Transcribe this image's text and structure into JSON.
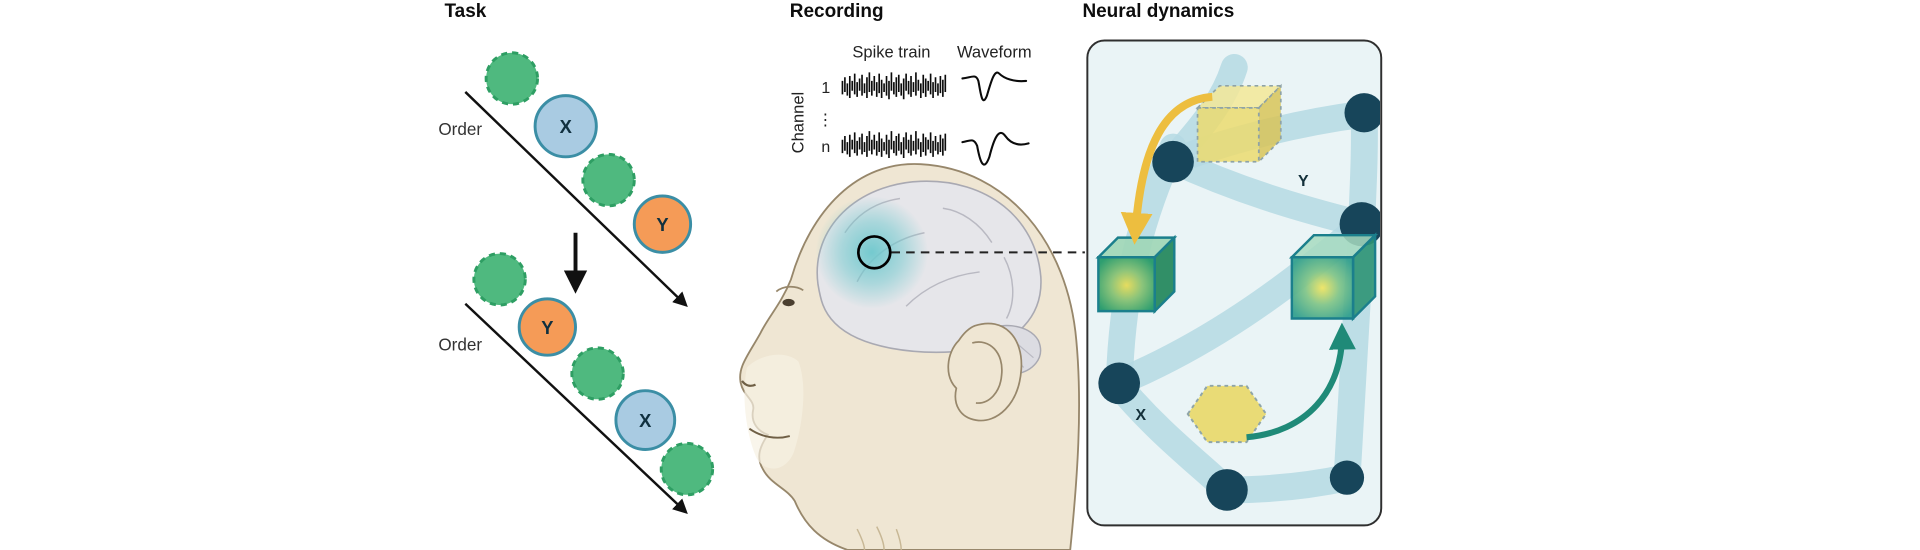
{
  "figure": {
    "background_color": "#ffffff",
    "panels": {
      "task": {
        "title": "Task",
        "sequence1": {
          "order_label": "Order",
          "target1_label": "X",
          "target2_label": "Y"
        },
        "sequence2": {
          "order_label": "Order",
          "target1_label": "Y",
          "target2_label": "X"
        }
      },
      "recording": {
        "title": "Recording",
        "spike_train_label": "Spike train",
        "waveform_label": "Waveform",
        "channel_label": "Channel",
        "channel_first": "1",
        "channel_ellipsis": "⋮",
        "channel_last": "n"
      },
      "neural_dynamics": {
        "title": "Neural dynamics",
        "state_y_label": "Y",
        "state_x_label": "X"
      }
    },
    "colors": {
      "distractor_green": "#4FB97F",
      "distractor_green_border": "#2E9E63",
      "target_x_blue": "#A9CBE2",
      "target_y_orange": "#F59B57",
      "target_border_teal": "#3B8EA5",
      "brain_highlight_teal": "#6EC8CD",
      "panel_background": "#EAF4F6",
      "network_edge_blue": "#B5D9E3",
      "network_node_navy": "#17455A",
      "cube_yellow": "#E9D868",
      "cube_green": "#2E9E70",
      "arrow_yellow": "#EDBE3F",
      "arrow_teal": "#1F8A78",
      "monkey_fur": "#EFE6D3",
      "brain_gray": "#E6E6EA"
    }
  }
}
